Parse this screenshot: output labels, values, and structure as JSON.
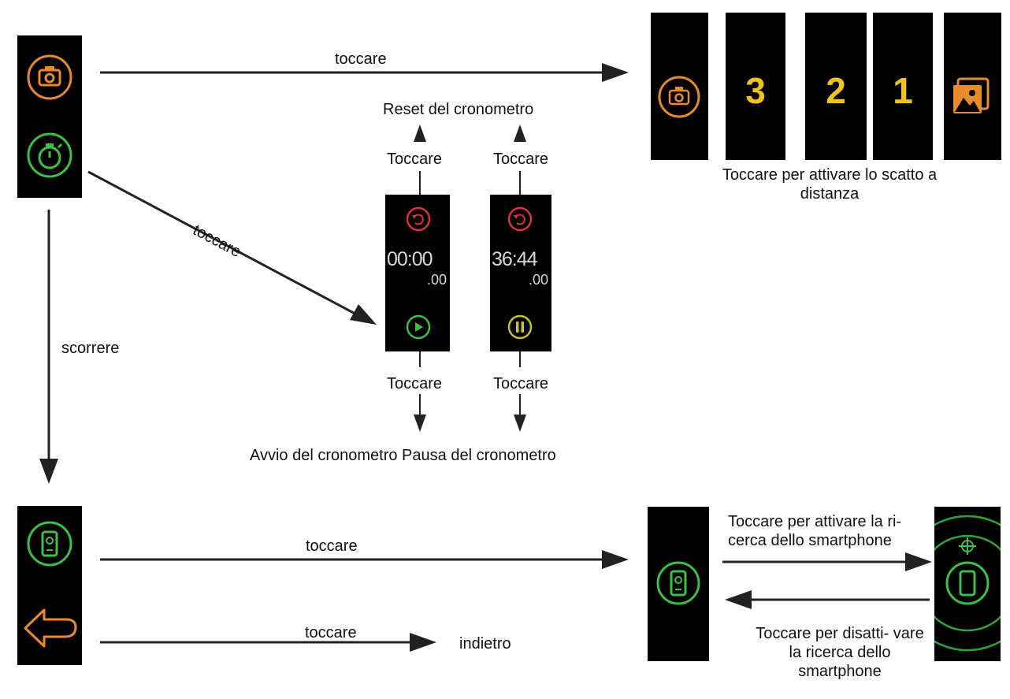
{
  "colors": {
    "orange": "#e98a2c",
    "green": "#3fbf45",
    "red": "#d7323d",
    "yellow": "#c9c222",
    "digit_yellow": "#efc21c"
  },
  "icons": {
    "camera": "camera-icon",
    "stopwatch": "stopwatch-icon",
    "gallery": "gallery-icon",
    "phone": "phone-icon",
    "back": "back-arrow-icon",
    "reset": "reset-icon",
    "play": "play-icon",
    "pause": "pause-icon",
    "crosshair": "crosshair-icon"
  },
  "labels": {
    "toccare_camera": "toccare",
    "toccare_stopwatch": "toccare",
    "scorrere": "scorrere",
    "toccare_phone": "toccare",
    "toccare_back": "toccare",
    "indietro": "indietro",
    "reset": "Reset del cronometro",
    "toccare_reset_1": "Toccare",
    "toccare_reset_2": "Toccare",
    "toccare_start": "Toccare",
    "toccare_pause": "Toccare",
    "start_pause": "Avvio del cronometro Pausa del cronometro",
    "remote_shutter": "Toccare per attivare lo scatto a distanza",
    "find_phone_on": "Toccare per attivare la ri- cerca dello smartphone",
    "find_phone_off": "Toccare per disatti- vare la ricerca dello smartphone"
  },
  "countdown": [
    "3",
    "2",
    "1"
  ],
  "stopwatch_screens": [
    {
      "time": "00:00",
      "fraction": ".00"
    },
    {
      "time": "36:44",
      "fraction": ".00"
    }
  ]
}
